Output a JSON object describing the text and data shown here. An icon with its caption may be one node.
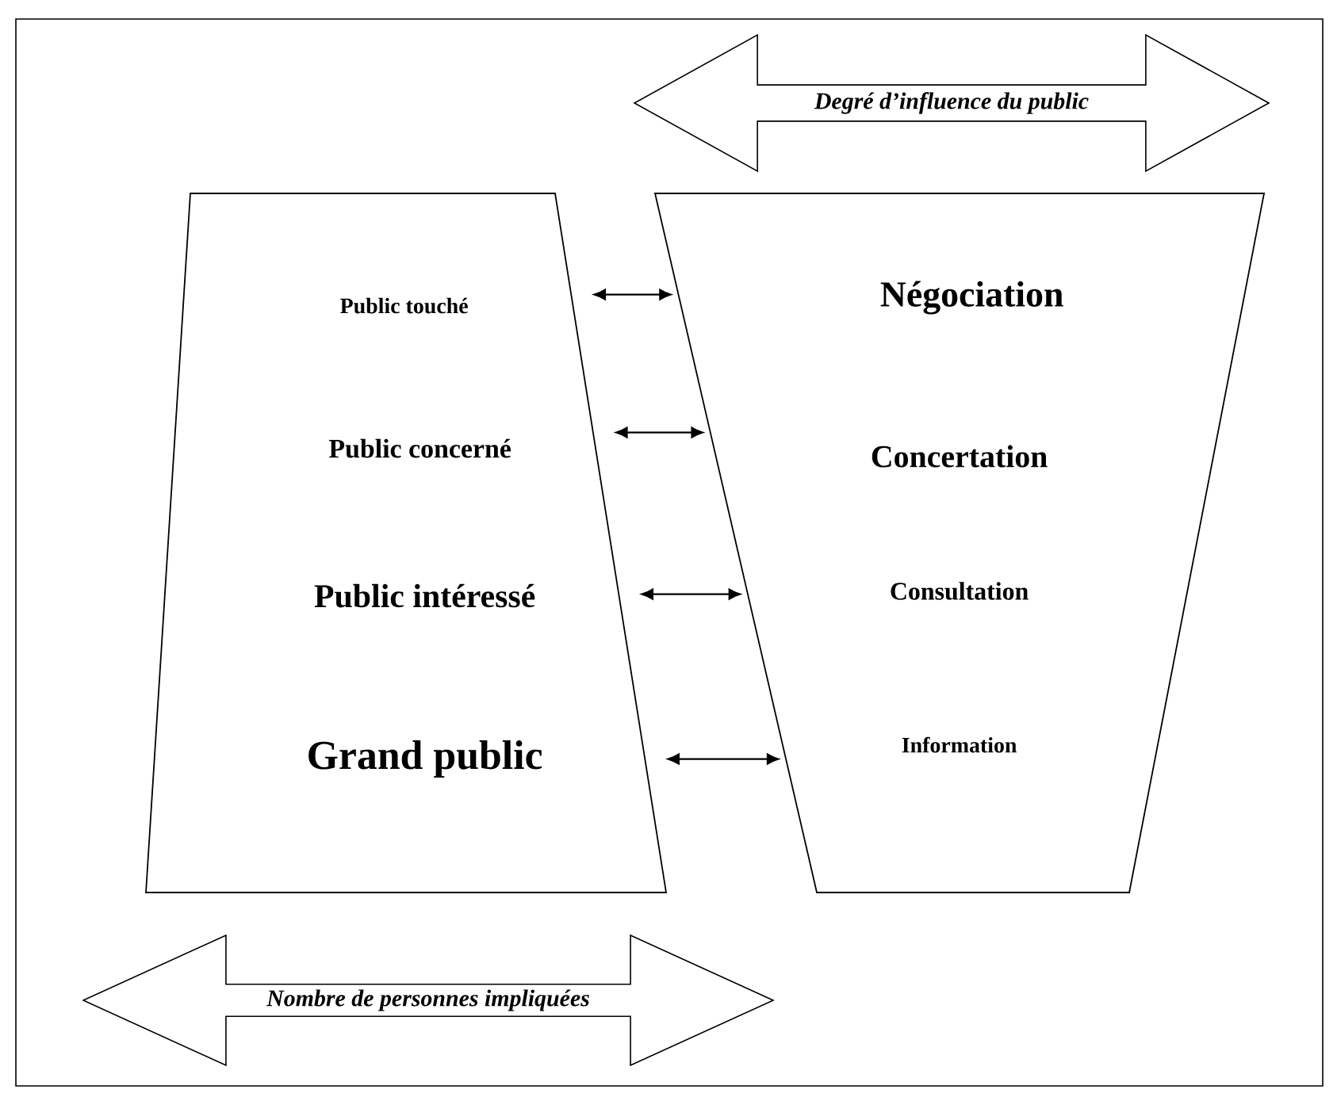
{
  "diagram": {
    "nodes": [
      {
        "text": [],
        "shape": "trapezoid"
      },
      {
        "text": [
          "Public touché"
        ],
        "in": 0
      },
      {
        "text": [
          "Public concerné"
        ],
        "in": 0
      },
      {
        "text": [
          "Public intéressé"
        ],
        "in": 0
      },
      {
        "text": [
          "Grand public"
        ],
        "in": 0
      },
      {
        "text": [],
        "shape": "trapezoid"
      },
      {
        "text": [
          "Négociation"
        ],
        "in": 5
      },
      {
        "text": [
          "Concertation"
        ],
        "in": 5
      },
      {
        "text": [
          "Consultation"
        ],
        "in": 5
      },
      {
        "text": [
          "Information"
        ],
        "in": 5
      },
      {
        "text": [
          "Degré d’influence du public"
        ]
      },
      {
        "text": [
          "Nombre de personnes impliquées"
        ]
      }
    ],
    "edges": [
      {
        "from": 0,
        "to": 5,
        "arrow": "both"
      },
      {
        "from": 0,
        "to": 5,
        "arrow": "both"
      },
      {
        "from": 0,
        "to": 5,
        "arrow": "both"
      },
      {
        "from": 0,
        "to": 5,
        "arrow": "both"
      }
    ]
  }
}
